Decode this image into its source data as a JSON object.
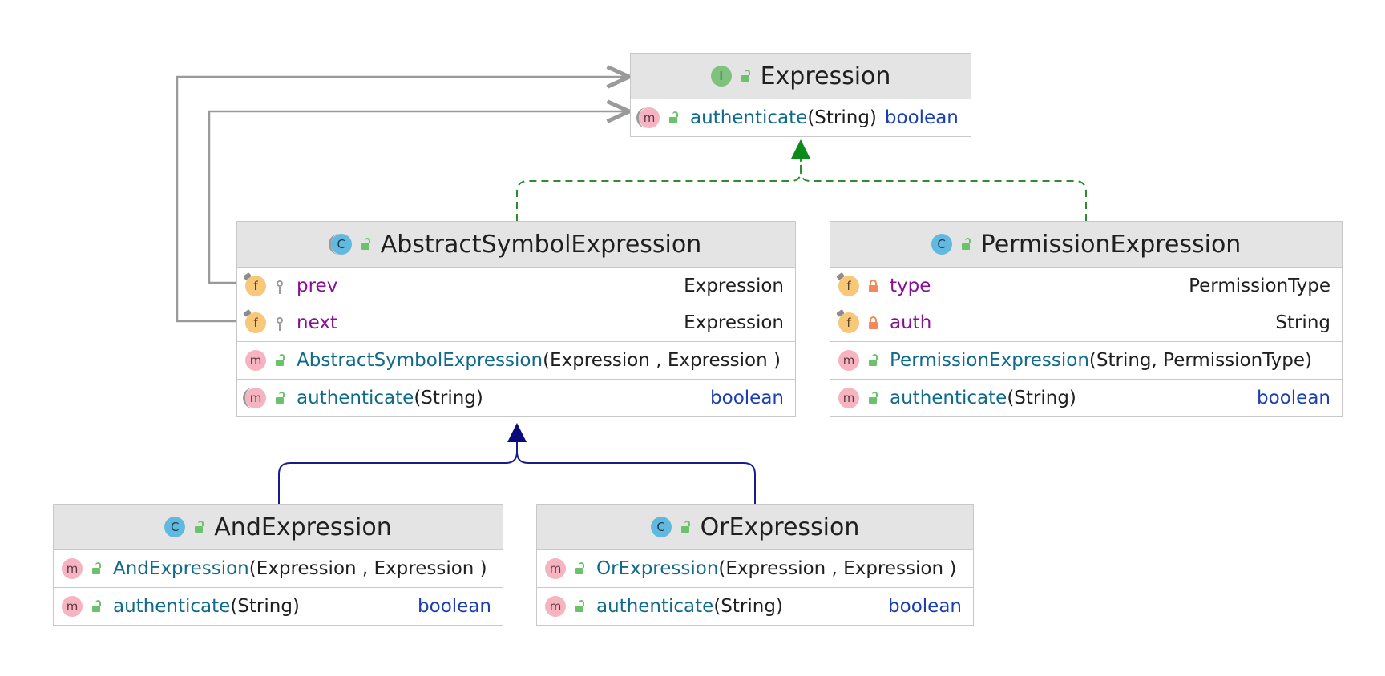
{
  "diagram": {
    "nodes": [
      {
        "id": "expression",
        "title": "Expression",
        "kind": "interface",
        "kind_letter": "I",
        "sections": [
          [
            {
              "kind": "method",
              "abstract": true,
              "vis": "public",
              "name": "authenticate",
              "params": "(String)",
              "ret": "boolean"
            }
          ]
        ]
      },
      {
        "id": "abstract-symbol-expression",
        "title": "AbstractSymbolExpression",
        "kind": "abstract-class",
        "kind_letter": "C",
        "sections": [
          [
            {
              "kind": "field",
              "final": true,
              "vis": "package",
              "name": "prev",
              "type": "Expression"
            },
            {
              "kind": "field",
              "final": true,
              "vis": "package",
              "name": "next",
              "type": "Expression"
            }
          ],
          [
            {
              "kind": "constructor",
              "vis": "public",
              "name": "AbstractSymbolExpression",
              "params": " (Expression , Expression )"
            }
          ],
          [
            {
              "kind": "method",
              "abstract": true,
              "vis": "public",
              "name": "authenticate",
              "params": "(String)",
              "ret": "boolean"
            }
          ]
        ]
      },
      {
        "id": "permission-expression",
        "title": "PermissionExpression",
        "kind": "class",
        "kind_letter": "C",
        "sections": [
          [
            {
              "kind": "field",
              "final": true,
              "vis": "private",
              "name": "type",
              "type": "PermissionType"
            },
            {
              "kind": "field",
              "final": true,
              "vis": "private",
              "name": "auth",
              "type": "String"
            }
          ],
          [
            {
              "kind": "constructor",
              "vis": "public",
              "name": "PermissionExpression",
              "params": " (String, PermissionType)"
            }
          ],
          [
            {
              "kind": "method",
              "vis": "public",
              "name": "authenticate",
              "params": "(String)",
              "ret": "boolean"
            }
          ]
        ]
      },
      {
        "id": "and-expression",
        "title": "AndExpression",
        "kind": "class",
        "kind_letter": "C",
        "sections": [
          [
            {
              "kind": "constructor",
              "vis": "public",
              "name": "AndExpression",
              "params": " (Expression , Expression )"
            }
          ],
          [
            {
              "kind": "method",
              "vis": "public",
              "name": "authenticate",
              "params": "(String)",
              "ret": "boolean"
            }
          ]
        ]
      },
      {
        "id": "or-expression",
        "title": "OrExpression",
        "kind": "class",
        "kind_letter": "C",
        "sections": [
          [
            {
              "kind": "constructor",
              "vis": "public",
              "name": "OrExpression",
              "params": " (Expression , Expression )"
            }
          ],
          [
            {
              "kind": "method",
              "vis": "public",
              "name": "authenticate",
              "params": "(String)",
              "ret": "boolean"
            }
          ]
        ]
      }
    ],
    "edges": [
      {
        "from": "abstract-symbol-expression",
        "to": "expression",
        "relation": "implements"
      },
      {
        "from": "permission-expression",
        "to": "expression",
        "relation": "implements"
      },
      {
        "from": "and-expression",
        "to": "abstract-symbol-expression",
        "relation": "extends"
      },
      {
        "from": "or-expression",
        "to": "abstract-symbol-expression",
        "relation": "extends"
      },
      {
        "from": "abstract-symbol-expression",
        "to": "expression",
        "relation": "association",
        "via_field": "prev"
      },
      {
        "from": "abstract-symbol-expression",
        "to": "expression",
        "relation": "association",
        "via_field": "next"
      }
    ],
    "colors": {
      "implements": "#2e8b2e",
      "extends": "#1a1a8c",
      "association": "#9a9a9a",
      "field_name": "#871094",
      "method_name": "#0f6a8b",
      "return_type": "#1b3fb3",
      "header_bg": "#e4e4e4"
    }
  }
}
